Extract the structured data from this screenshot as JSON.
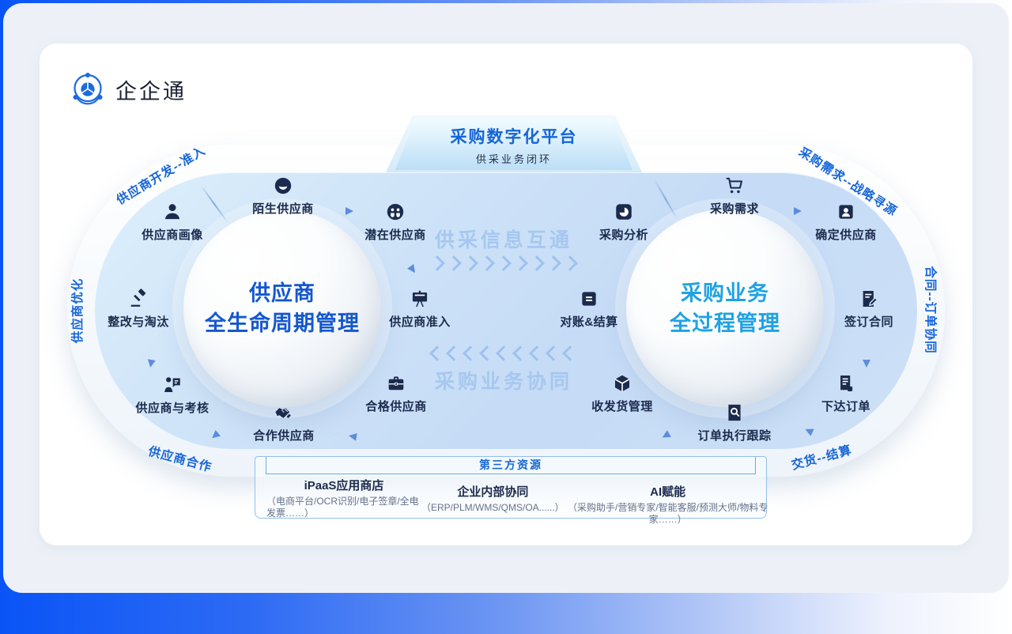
{
  "logo": {
    "text": "企企通"
  },
  "banner": {
    "title": "采购数字化平台",
    "subtitle": "供采业务闭环"
  },
  "hubs": {
    "left": {
      "line1": "供应商",
      "line2": "全生命周期管理"
    },
    "right": {
      "line1": "采购业务",
      "line2": "全过程管理"
    }
  },
  "flows": {
    "top": "供采信息互通",
    "bottom": "采购业务协同"
  },
  "ring_labels": [
    {
      "id": "supplier-development-access",
      "text": "供应商开发--准入"
    },
    {
      "id": "purchase-demand-sourcing",
      "text": "采购需求--战略寻源"
    },
    {
      "id": "supplier-optimization",
      "text": "供应商优化"
    },
    {
      "id": "contract-order-collab",
      "text": "合同--订单协同"
    },
    {
      "id": "supplier-cooperation",
      "text": "供应商合作"
    },
    {
      "id": "delivery-settlement",
      "text": "交货--结算"
    }
  ],
  "nodes": [
    {
      "label": "供应商画像",
      "icon": "user-icon"
    },
    {
      "label": "陌生供应商",
      "icon": "smiley-icon"
    },
    {
      "label": "潜在供应商",
      "icon": "group-icon"
    },
    {
      "label": "供应商准入",
      "icon": "board-icon"
    },
    {
      "label": "合格供应商",
      "icon": "briefcase-icon"
    },
    {
      "label": "合作供应商",
      "icon": "handshake-icon"
    },
    {
      "label": "供应商与考核",
      "icon": "assessment-icon"
    },
    {
      "label": "整改与淘汰",
      "icon": "gavel-icon"
    },
    {
      "label": "采购分析",
      "icon": "pie-chart-icon"
    },
    {
      "label": "采购需求",
      "icon": "cart-icon"
    },
    {
      "label": "确定供应商",
      "icon": "supplier-card-icon"
    },
    {
      "label": "签订合同",
      "icon": "contract-icon"
    },
    {
      "label": "下达订单",
      "icon": "order-icon"
    },
    {
      "label": "订单执行跟踪",
      "icon": "track-icon"
    },
    {
      "label": "收发货管理",
      "icon": "package-icon"
    },
    {
      "label": "对账&结算",
      "icon": "reconcile-icon"
    }
  ],
  "resources": {
    "header": "第三方资源",
    "columns": [
      {
        "title": "iPaaS应用商店",
        "subtitle": "（电商平台/OCR识别/电子签章/全电发票……）"
      },
      {
        "title": "企业内部协同",
        "subtitle": "（ERP/PLM/WMS/QMS/OA......）"
      },
      {
        "title": "AI赋能",
        "subtitle": "（采购助手/营销专家/智能客服/预测大师/物料专家……）"
      }
    ]
  },
  "colors": {
    "accent_blue": "#1766d8",
    "hub_left_text": "#1558cf",
    "hub_right_text": "#1fa2e4",
    "icon_navy": "#1c2b4d",
    "capsule_blue": "#cfe4f8",
    "watermark_blue": "#a6c7ef",
    "bottom_bar_blue": "#0a54f6"
  }
}
